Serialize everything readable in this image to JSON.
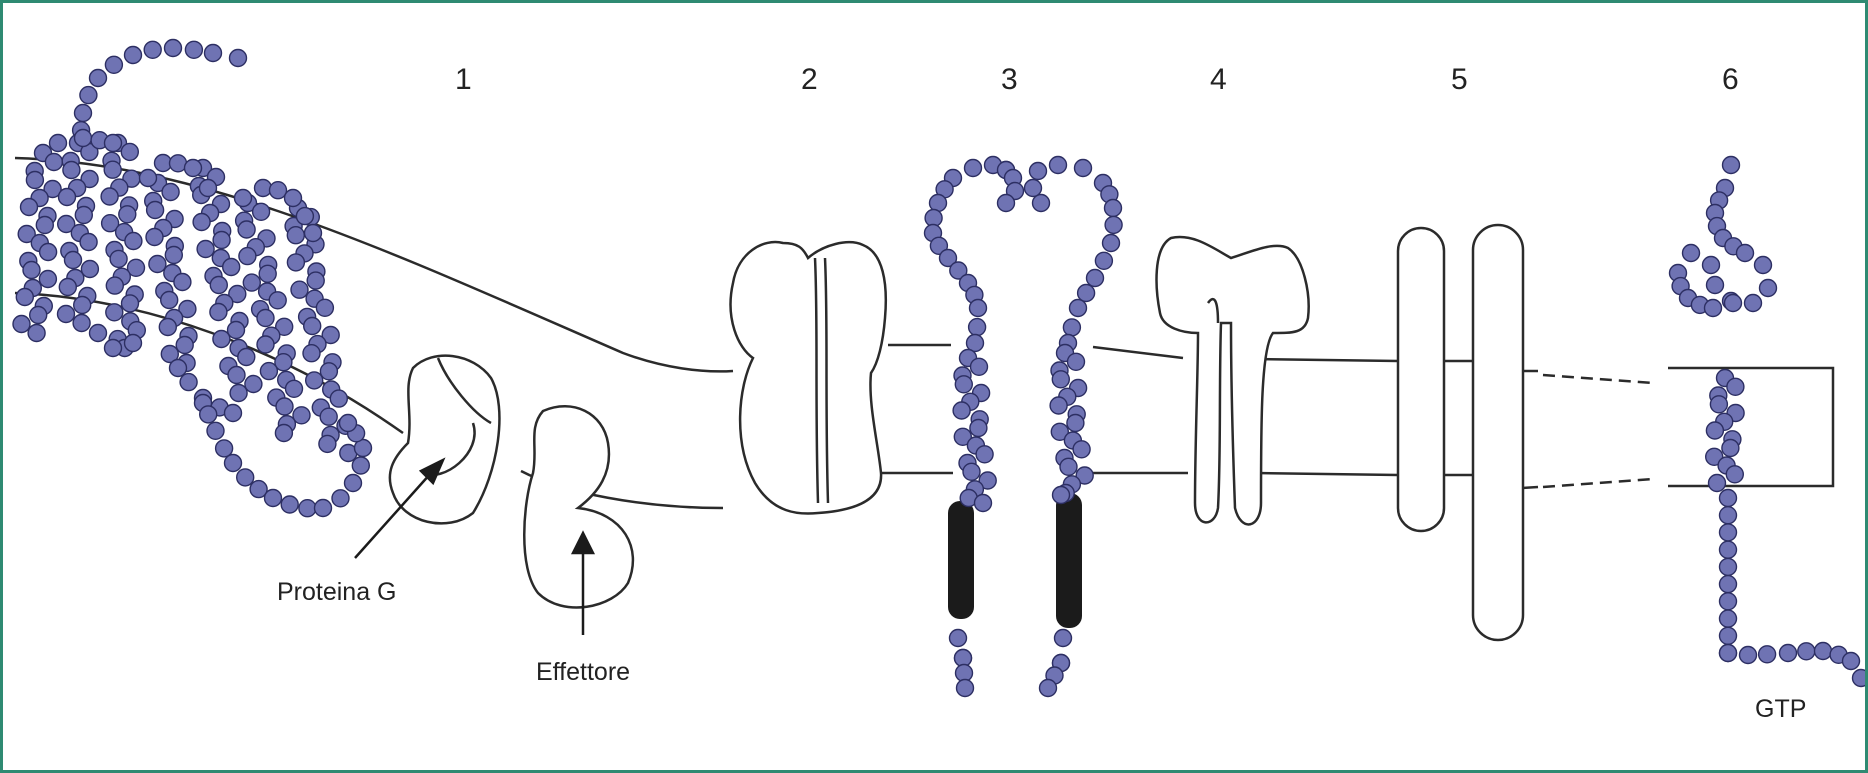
{
  "labels": {
    "receptor_1": "1",
    "receptor_2": "2",
    "receptor_3": "3",
    "receptor_4": "4",
    "receptor_5": "5",
    "receptor_6": "6",
    "g_protein": "Proteina G",
    "effector": "Effettore",
    "gtp": "GTP"
  },
  "colors": {
    "bead_fill": "#6f73b3",
    "bead_stroke": "#2d2f63",
    "line": "#2b2b2b",
    "frame": "#2f8a72"
  }
}
